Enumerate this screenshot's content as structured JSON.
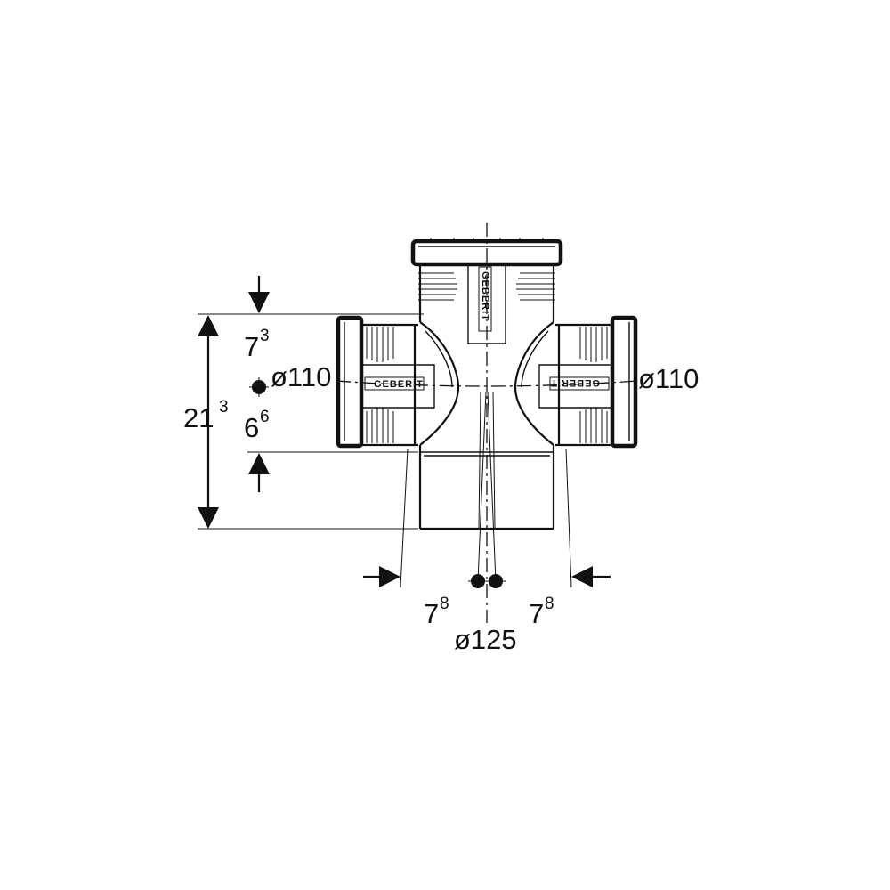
{
  "fitting": {
    "brand_mark": "GEBERIT"
  },
  "dimensions": {
    "overall_height": {
      "main": "21",
      "sup": "3"
    },
    "upper_offset": {
      "main": "7",
      "sup": "3"
    },
    "lower_offset": {
      "main": "6",
      "sup": "6"
    },
    "left_branch_diameter": "ø110",
    "right_branch_diameter": "ø110",
    "main_diameter": "ø125",
    "left_offset": {
      "main": "7",
      "sup": "8"
    },
    "right_offset": {
      "main": "7",
      "sup": "8"
    }
  }
}
